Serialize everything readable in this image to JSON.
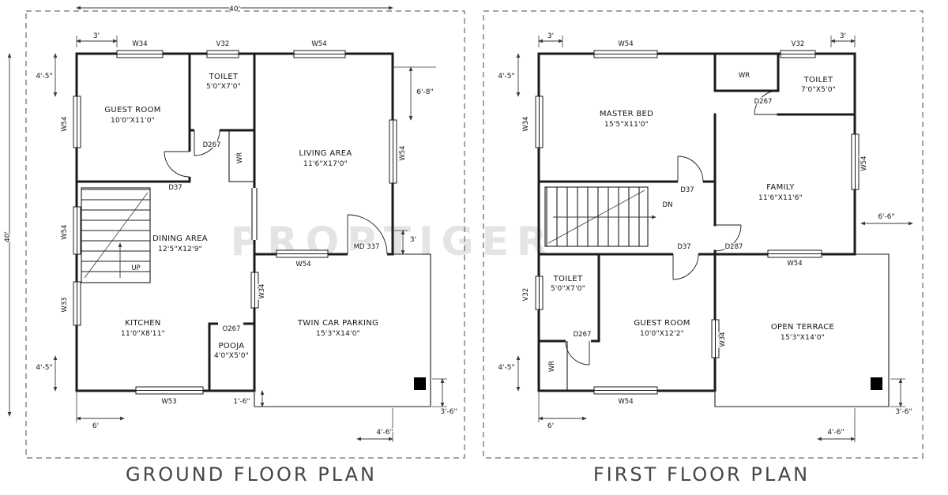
{
  "watermark": "PROPTIGER",
  "ground": {
    "title": "GROUND FLOOR PLAN",
    "rooms": {
      "guest": {
        "name": "GUEST ROOM",
        "size": "10'0\"X11'0\""
      },
      "toilet": {
        "name": "TOILET",
        "size": "5'0\"X7'0\""
      },
      "living": {
        "name": "LIVING AREA",
        "size": "11'6\"X17'0\""
      },
      "dining": {
        "name": "DINING AREA",
        "size": "12'5\"X12'9\""
      },
      "kitchen": {
        "name": "KITCHEN",
        "size": "11'0\"X8'11\""
      },
      "pooja": {
        "name": "POOJA",
        "size": "4'0\"X5'0\""
      },
      "parking": {
        "name": "TWIN CAR PARKING",
        "size": "15'3\"X14'0\""
      }
    },
    "openings": {
      "w34_top": "W34",
      "v32_top": "V32",
      "w54_top": "W54",
      "w54_left_upper": "W54",
      "w54_left_mid": "W54",
      "w33_left": "W33",
      "w53_bottom": "W53",
      "w54_right": "W54",
      "w54_living": "W54",
      "w34_parking": "W34",
      "d267": "D267",
      "d37": "D37",
      "md337": "MD 337",
      "o267": "O267",
      "wr": "WR",
      "up": "UP"
    },
    "dims": {
      "width": "40'",
      "height": "40'",
      "top_offset": "3'",
      "left_upper": "4'-5\"",
      "right_upper": "6'-8\"",
      "right_mid": "3'",
      "left_lower": "4'-5\"",
      "bottom_left": "6'",
      "step": "1'-6\"",
      "bottom_right": "4'-6\"",
      "right_lower": "3'-6\""
    }
  },
  "first": {
    "title": "FIRST FLOOR PLAN",
    "rooms": {
      "master": {
        "name": "MASTER BED",
        "size": "15'5\"X11'0\""
      },
      "toilet_top": {
        "name": "TOILET",
        "size": "7'0\"X5'0\""
      },
      "family": {
        "name": "FAMILY",
        "size": "11'6\"X11'6\""
      },
      "toilet_mid": {
        "name": "TOILET",
        "size": "5'0\"X7'0\""
      },
      "guest": {
        "name": "GUEST ROOM",
        "size": "10'0\"X12'2\""
      },
      "terrace": {
        "name": "OPEN TERRACE",
        "size": "15'3\"X14'0\""
      }
    },
    "openings": {
      "w54_top": "W54",
      "v32_top": "V32",
      "w34_left": "W34",
      "v32_left": "V32",
      "w54_right": "W54",
      "w54_family": "W54",
      "w34_terrace": "W34",
      "w54_bottom": "W54",
      "wr_top": "WR",
      "wr_left": "WR",
      "d267_top": "D267",
      "d267_mid": "D267",
      "d37_master": "D37",
      "d37_guest": "D37",
      "d287": "D287",
      "dn": "DN"
    },
    "dims": {
      "top_left": "3'",
      "top_right": "3'",
      "left_upper": "4'-5\"",
      "left_lower": "4'-5\"",
      "right_mid": "6'-6\"",
      "bottom_left": "6'",
      "bottom_right": "4'-6\"",
      "right_lower": "3'-6\""
    }
  }
}
